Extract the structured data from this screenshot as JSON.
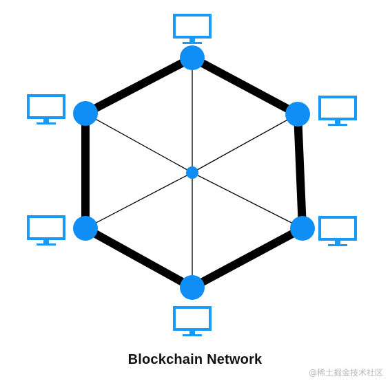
{
  "diagram": {
    "caption": "Blockchain Network",
    "watermark": "@稀土掘金技术社区",
    "colors": {
      "node": "#0f8ef5",
      "edge": "#000000",
      "monitor": "#1a9af7",
      "background": "#ffffff"
    },
    "node_icon": "computer-monitor-icon",
    "nodes": [
      {
        "id": "top"
      },
      {
        "id": "upper-right"
      },
      {
        "id": "lower-right"
      },
      {
        "id": "bottom"
      },
      {
        "id": "lower-left"
      },
      {
        "id": "upper-left"
      },
      {
        "id": "hub"
      }
    ],
    "edges": {
      "ring": [
        [
          "top",
          "upper-right"
        ],
        [
          "upper-right",
          "lower-right"
        ],
        [
          "lower-right",
          "bottom"
        ],
        [
          "bottom",
          "lower-left"
        ],
        [
          "lower-left",
          "upper-left"
        ],
        [
          "upper-left",
          "top"
        ]
      ],
      "spokes": [
        [
          "hub",
          "top"
        ],
        [
          "hub",
          "upper-right"
        ],
        [
          "hub",
          "lower-right"
        ],
        [
          "hub",
          "bottom"
        ],
        [
          "hub",
          "lower-left"
        ],
        [
          "hub",
          "upper-left"
        ]
      ]
    }
  }
}
